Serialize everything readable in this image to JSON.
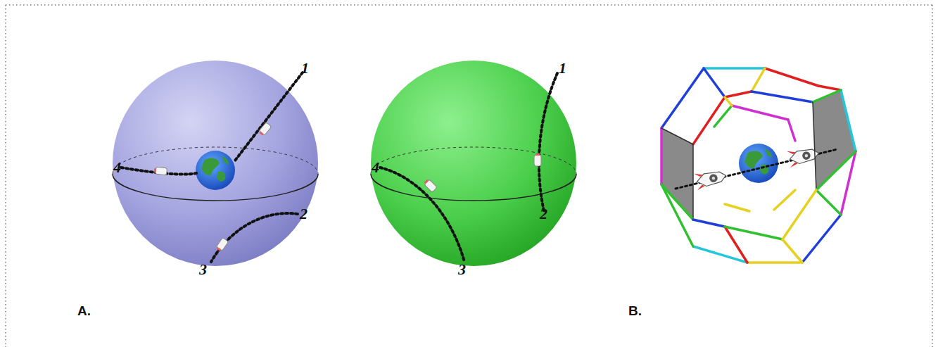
{
  "diagram": {
    "labels": [
      "1",
      "4",
      "2",
      "3",
      "1",
      "4",
      "2",
      "3",
      "A.",
      "B."
    ]
  }
}
